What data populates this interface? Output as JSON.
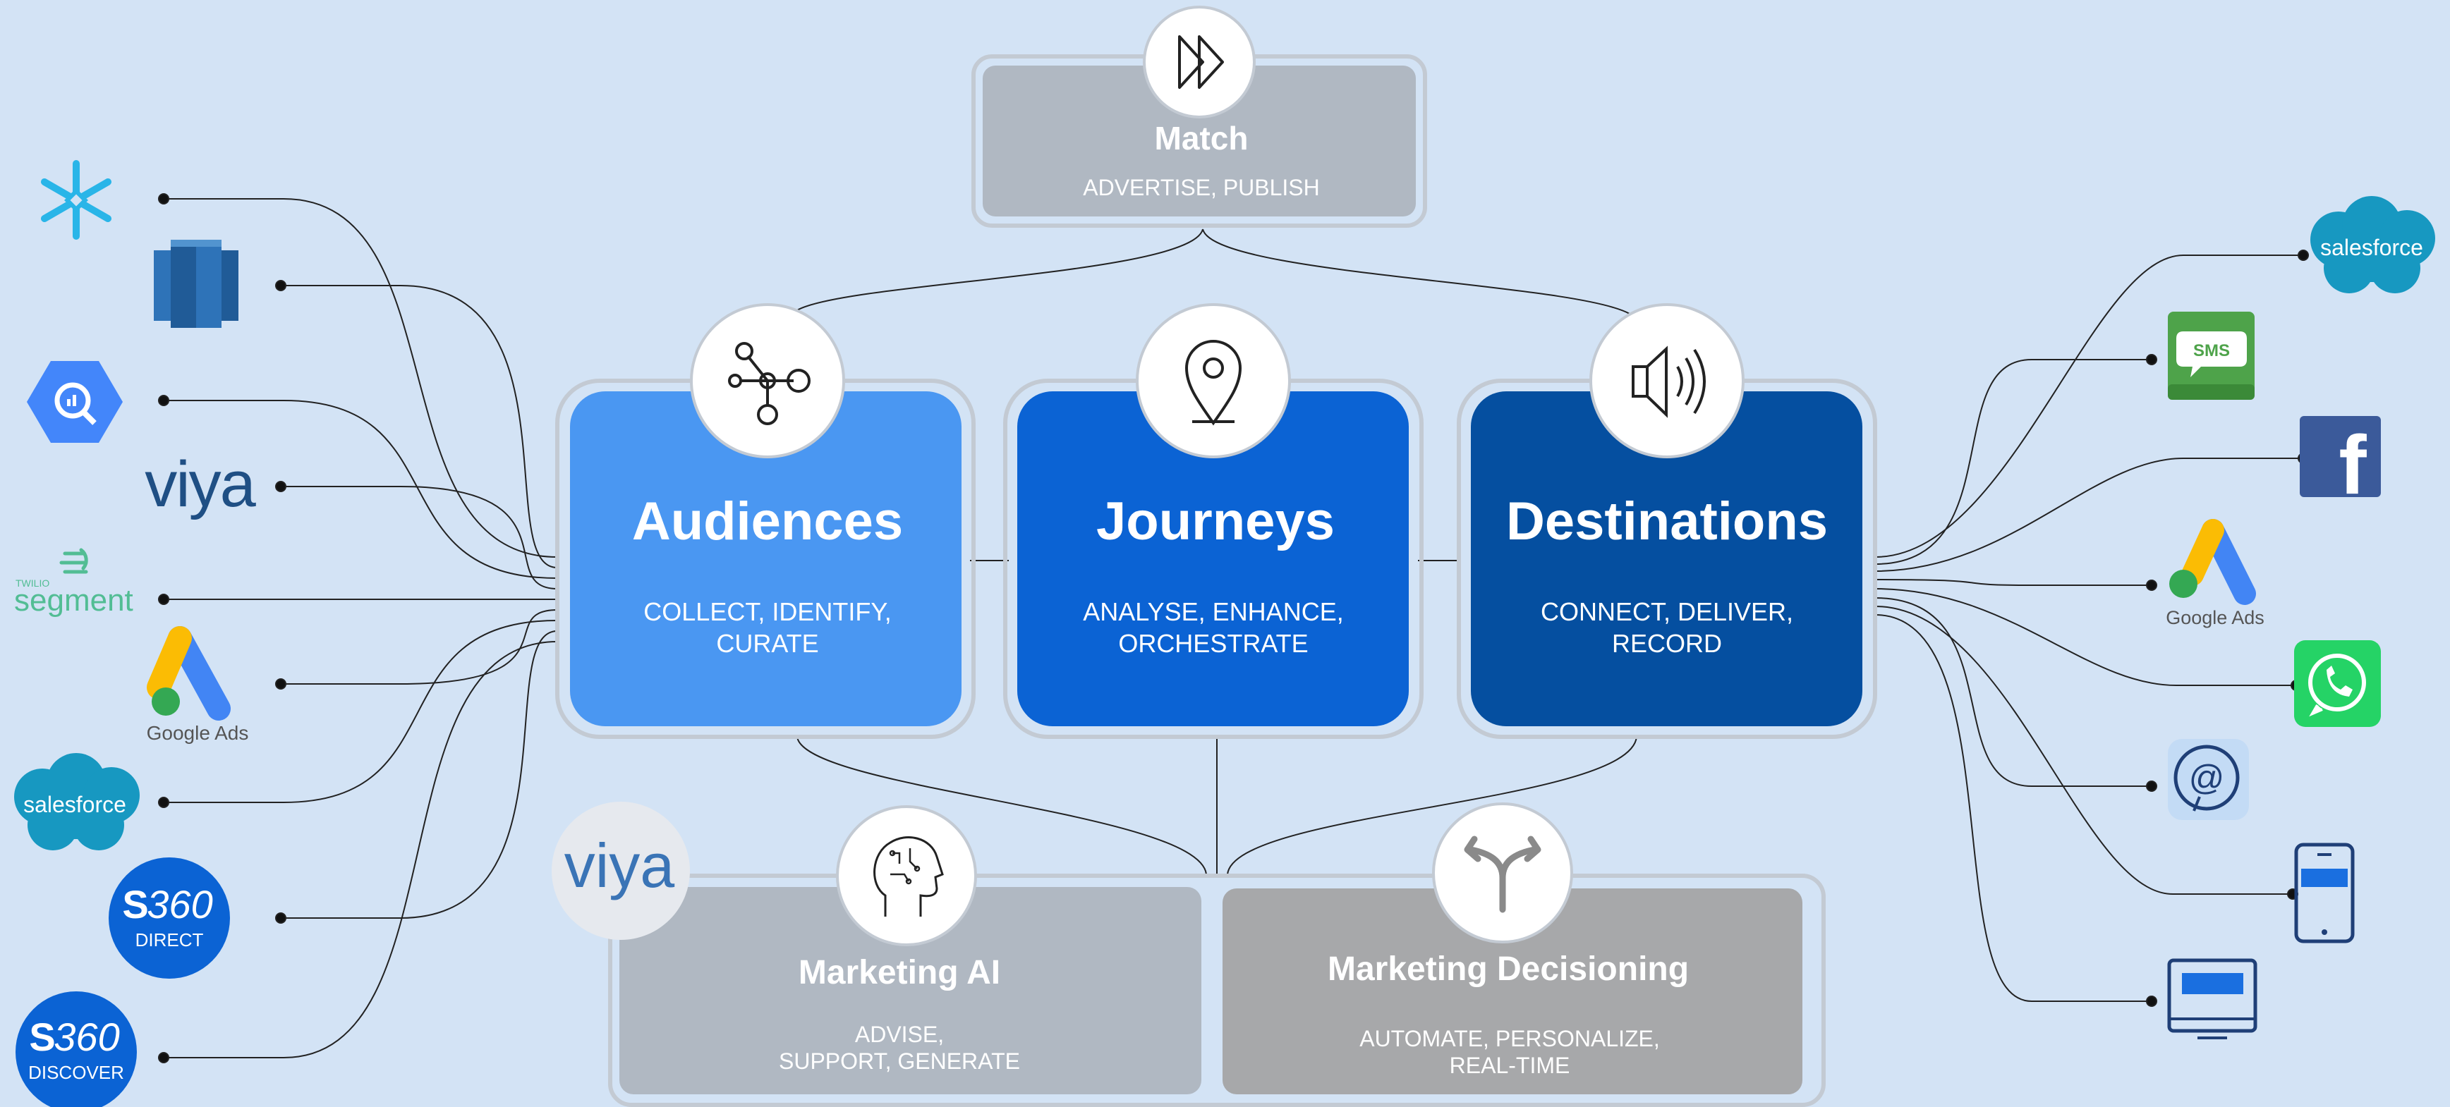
{
  "match": {
    "title": "Match",
    "subtitle": "ADVERTISE, PUBLISH",
    "icon": "fast-forward-icon"
  },
  "pillars": [
    {
      "id": "audiences",
      "title": "Audiences",
      "lines": [
        "COLLECT, IDENTIFY,",
        "CURATE"
      ],
      "color": "#4a97f2",
      "icon": "network-nodes-icon"
    },
    {
      "id": "journeys",
      "title": "Journeys",
      "lines": [
        "ANALYSE, ENHANCE,",
        "ORCHESTRATE"
      ],
      "color": "#0b63d4",
      "icon": "location-pin-icon"
    },
    {
      "id": "destinations",
      "title": "Destinations",
      "lines": [
        "CONNECT, DELIVER,",
        "RECORD"
      ],
      "color": "#054fa0",
      "icon": "speaker-icon"
    }
  ],
  "bottom": [
    {
      "id": "marketing-ai",
      "title": "Marketing AI",
      "lines": [
        "ADVISE,",
        "SUPPORT, GENERATE"
      ],
      "icon": "ai-head-icon"
    },
    {
      "id": "marketing-decisioning",
      "title": "Marketing Decisioning",
      "lines": [
        "AUTOMATE, PERSONALIZE,",
        "REAL-TIME"
      ],
      "icon": "split-arrow-icon"
    }
  ],
  "viya_badge": "viya",
  "sources": [
    {
      "name": "snowflake-logo",
      "text": ""
    },
    {
      "name": "redshift-logo",
      "text": ""
    },
    {
      "name": "bigquery-logo",
      "text": ""
    },
    {
      "name": "viya-logo",
      "text": "viya"
    },
    {
      "name": "segment-logo",
      "text": "segment",
      "small": "TWILIO"
    },
    {
      "name": "google-ads-logo",
      "text": "Google Ads"
    },
    {
      "name": "salesforce-logo",
      "text": "salesforce"
    },
    {
      "name": "sas-360-direct-logo",
      "text": "DIRECT",
      "brand": "360"
    },
    {
      "name": "sas-360-discover-logo",
      "text": "DISCOVER",
      "brand": "360"
    }
  ],
  "destinations": [
    {
      "name": "salesforce-logo",
      "text": "salesforce"
    },
    {
      "name": "sms-icon",
      "text": "SMS"
    },
    {
      "name": "facebook-icon",
      "text": "f"
    },
    {
      "name": "google-ads-logo",
      "text": "Google Ads"
    },
    {
      "name": "whatsapp-icon",
      "text": ""
    },
    {
      "name": "email-at-icon",
      "text": "@"
    },
    {
      "name": "mobile-phone-icon",
      "text": ""
    },
    {
      "name": "tablet-icon",
      "text": ""
    }
  ],
  "colors": {
    "background": "#d3e3f5",
    "grey_card": "#b0b8c2",
    "decision_card": "#a7a8aa",
    "outline": "#c3cad3",
    "line": "#222222"
  }
}
